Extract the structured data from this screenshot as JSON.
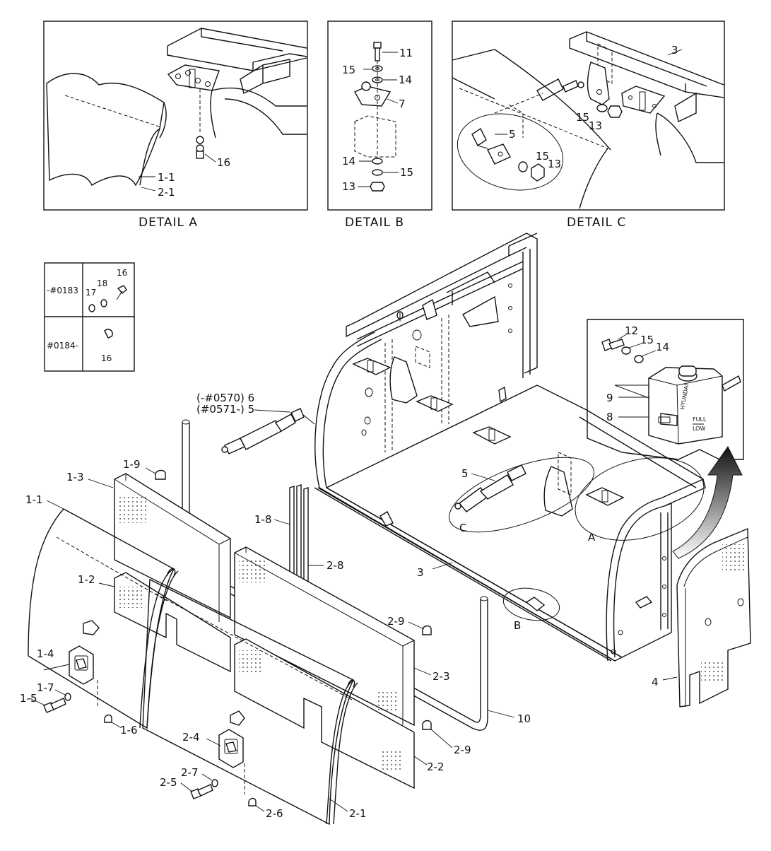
{
  "details": [
    {
      "id": "A",
      "caption": "DETAIL  A"
    },
    {
      "id": "B",
      "caption": "DETAIL  B"
    },
    {
      "id": "C",
      "caption": "DETAIL C"
    }
  ],
  "serial_table": {
    "rows": [
      {
        "range": "-#0183",
        "parts": [
          "17",
          "18",
          "16"
        ]
      },
      {
        "range": "#0184-",
        "parts": [
          "16"
        ]
      }
    ]
  },
  "tank_decal": {
    "brand": "HYUNDAI",
    "full": "FULL",
    "low": "LOW"
  },
  "callouts": {
    "detail_a": [
      "16",
      "1-1",
      "2-1"
    ],
    "detail_b": [
      "11",
      "15",
      "14",
      "7",
      "14",
      "15",
      "13"
    ],
    "detail_c": [
      "3",
      "15",
      "13",
      "5",
      "15",
      "13"
    ],
    "main": {
      "gas_spring_serial_1": "(-#0570) 6",
      "gas_spring_serial_2": "(#0571-) 5",
      "left_cover": [
        "1-9",
        "1-3",
        "1-1",
        "1-2",
        "1-4",
        "1-7",
        "1-5",
        "1-6"
      ],
      "right_cover": [
        "1-8",
        "2-8",
        "2-9",
        "2-3",
        "2-9",
        "2-2",
        "2-4",
        "2-7",
        "2-5",
        "2-6",
        "2-1"
      ],
      "frame": [
        "3",
        "10",
        "4",
        "5"
      ],
      "circles": [
        "A",
        "B",
        "C"
      ],
      "tank": [
        "12",
        "15",
        "14",
        "9",
        "8"
      ]
    }
  }
}
